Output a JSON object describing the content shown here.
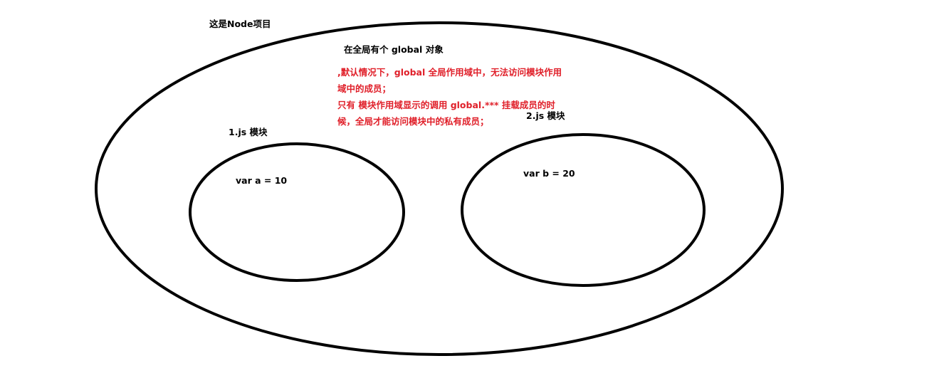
{
  "labels": {
    "project": "这是Node项目",
    "global_object": "在全局有个 global 对象",
    "module1": "1.js 模块",
    "module2": "2.js 模块",
    "var_a": "var a = 10",
    "var_b": "var b = 20"
  },
  "note": {
    "color": "#e0202a",
    "lines": [
      ",默认情况下，global 全局作用域中，无法访问模块作用",
      "域中的成员；",
      "只有 模块作用域显示的调用 global.*** 挂载成员的时",
      "候，全局才能访问模块中的私有成员；"
    ]
  }
}
